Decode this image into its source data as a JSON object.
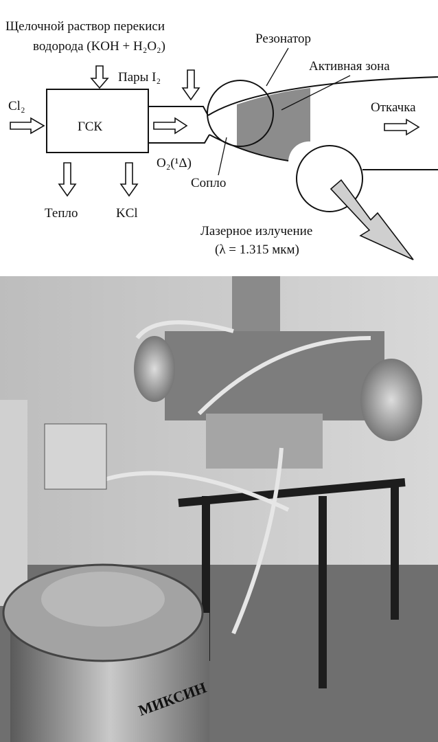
{
  "diagram": {
    "labels": {
      "solution_line1": "Щелочной раствор перекиси",
      "solution_line2": "водорода (KOH + H₂O₂)",
      "resonator": "Резонатор",
      "active_zone": "Активная зона",
      "iodine": "Пары I₂",
      "chlorine": "Cl₂",
      "generator": "ГСК",
      "pumping": "Откачка",
      "oxygen": "O₂(¹Δ)",
      "nozzle": "Сопло",
      "heat": "Тепло",
      "kcl": "KCl",
      "laser_line1": "Лазерное излучение",
      "laser_line2": "(λ = 1.315 мкм)"
    },
    "colors": {
      "active_zone": "#8c8c8c",
      "laser_arrow": "#cfcfcf"
    }
  },
  "photo": {
    "tank_lettering": "МИКСИН"
  }
}
